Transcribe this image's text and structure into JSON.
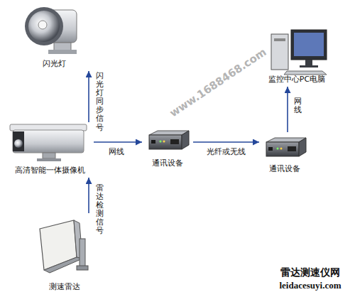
{
  "diagram": {
    "nodes": [
      {
        "text": [
          "闪光灯"
        ]
      },
      {
        "text": [
          "监控中心PC电脑"
        ]
      },
      {
        "text": [
          "高清智能一体摄像机"
        ]
      },
      {
        "text": [
          "通讯设备"
        ]
      },
      {
        "text": [
          "通讯设备"
        ]
      },
      {
        "text": [
          "测速雷达"
        ]
      }
    ],
    "edges": [
      {
        "from": 2,
        "to": 0,
        "label": "闪光灯同步信号",
        "arrow": "to"
      },
      {
        "from": 5,
        "to": 2,
        "label": "雷达检测信号",
        "arrow": "to"
      },
      {
        "from": 2,
        "to": 3,
        "label": "网线",
        "arrow": "to"
      },
      {
        "from": 3,
        "to": 4,
        "label": "光纤或无线",
        "arrow": "to"
      },
      {
        "from": 4,
        "to": 1,
        "label": "网线",
        "arrow": "to"
      }
    ],
    "labels": [
      "www.1688468.com",
      "雷达测速仪网",
      "leidacesuyi.com"
    ]
  }
}
